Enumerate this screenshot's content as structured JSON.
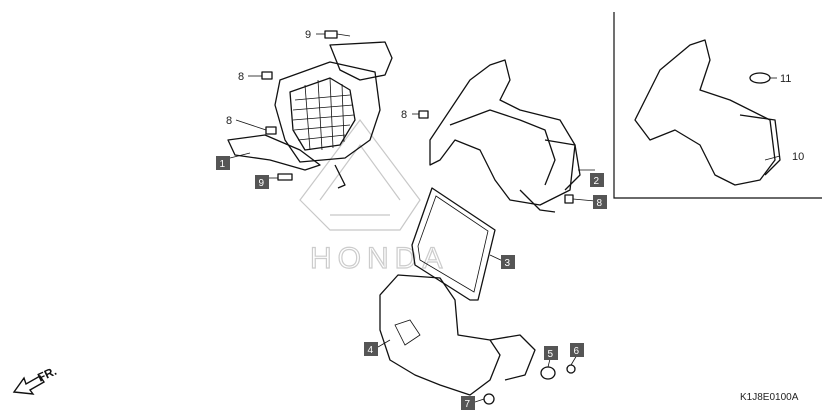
{
  "callouts": {
    "c1": "1",
    "c2": "2",
    "c3": "3",
    "c4": "4",
    "c5": "5",
    "c6": "6",
    "c7": "7",
    "c8a": "8",
    "c8b": "8",
    "c8c": "8",
    "c8d": "8",
    "c9a": "9",
    "c9b": "9",
    "c10": "10",
    "c11": "11"
  },
  "direction_label": "FR.",
  "diagram_code": "K1J8E0100A",
  "watermark_text": "HONDA",
  "colors": {
    "line": "#111111",
    "box_fill": "#555555",
    "watermark": "#c8c8c8"
  }
}
